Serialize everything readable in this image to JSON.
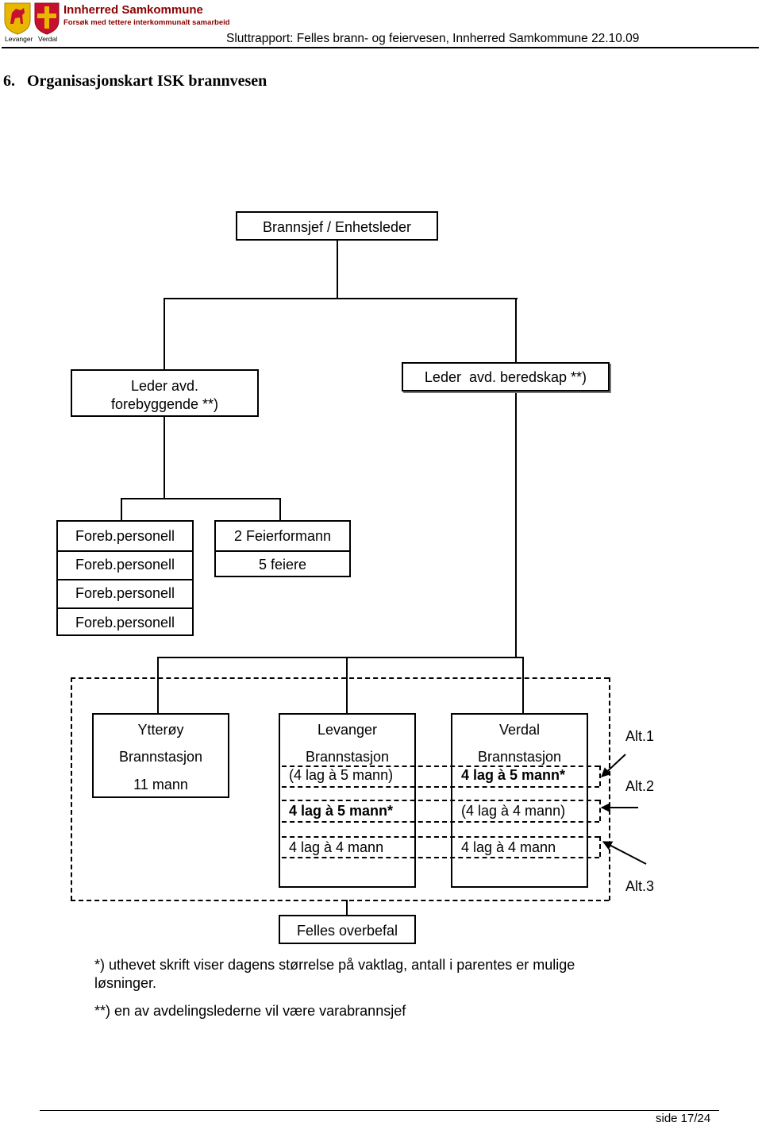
{
  "header": {
    "logo_title": "Innherred Samkommune",
    "logo_subtitle": "Forsøk med tettere interkommunalt samarbeid",
    "logo_left_label": "Levanger",
    "logo_right_label": "Verdal",
    "report_title": "Sluttrapport: Felles brann- og feiervesen, Innherred Samkommune 22.10.09"
  },
  "section_heading": "6.   Organisasjonskart ISK brannvesen",
  "org": {
    "chief": "Brannsjef / Enhetsleder",
    "prevention_leader_line1": "Leder avd.",
    "prevention_leader_line2": "forebyggende **)",
    "readiness_leader": "Leder  avd. beredskap **)",
    "prevention_staff": [
      "Foreb.personell",
      "Foreb.personell",
      "Foreb.personell",
      "Foreb.personell"
    ],
    "sweep_line1": "2 Feierformann",
    "sweep_line2": "5 feiere",
    "ytteroy": {
      "name": "Ytterøy",
      "type": "Brannstasjon",
      "staff": "11 mann"
    },
    "levanger": {
      "name": "Levanger",
      "type": "Brannstasjon",
      "alt1": "(4 lag à 5 mann)",
      "alt2": "4 lag à 5 mann*",
      "alt3": "4 lag à 4 mann"
    },
    "verdal": {
      "name": "Verdal",
      "type": "Brannstasjon",
      "alt1": "4 lag à 5 mann*",
      "alt2": "(4 lag à 4 mann)",
      "alt3": "4 lag à 4 mann"
    },
    "alt_labels": [
      "Alt.1",
      "Alt.2",
      "Alt.3"
    ],
    "common": "Felles overbefal"
  },
  "notes": {
    "note1_line1": "*) uthevet skrift viser dagens størrelse på vaktlag, antall i parentes er mulige",
    "note1_line2": "løsninger.",
    "note2": "**) en av avdelingslederne vil være varabrannsjef"
  },
  "footer": {
    "page": "side 17/24"
  }
}
